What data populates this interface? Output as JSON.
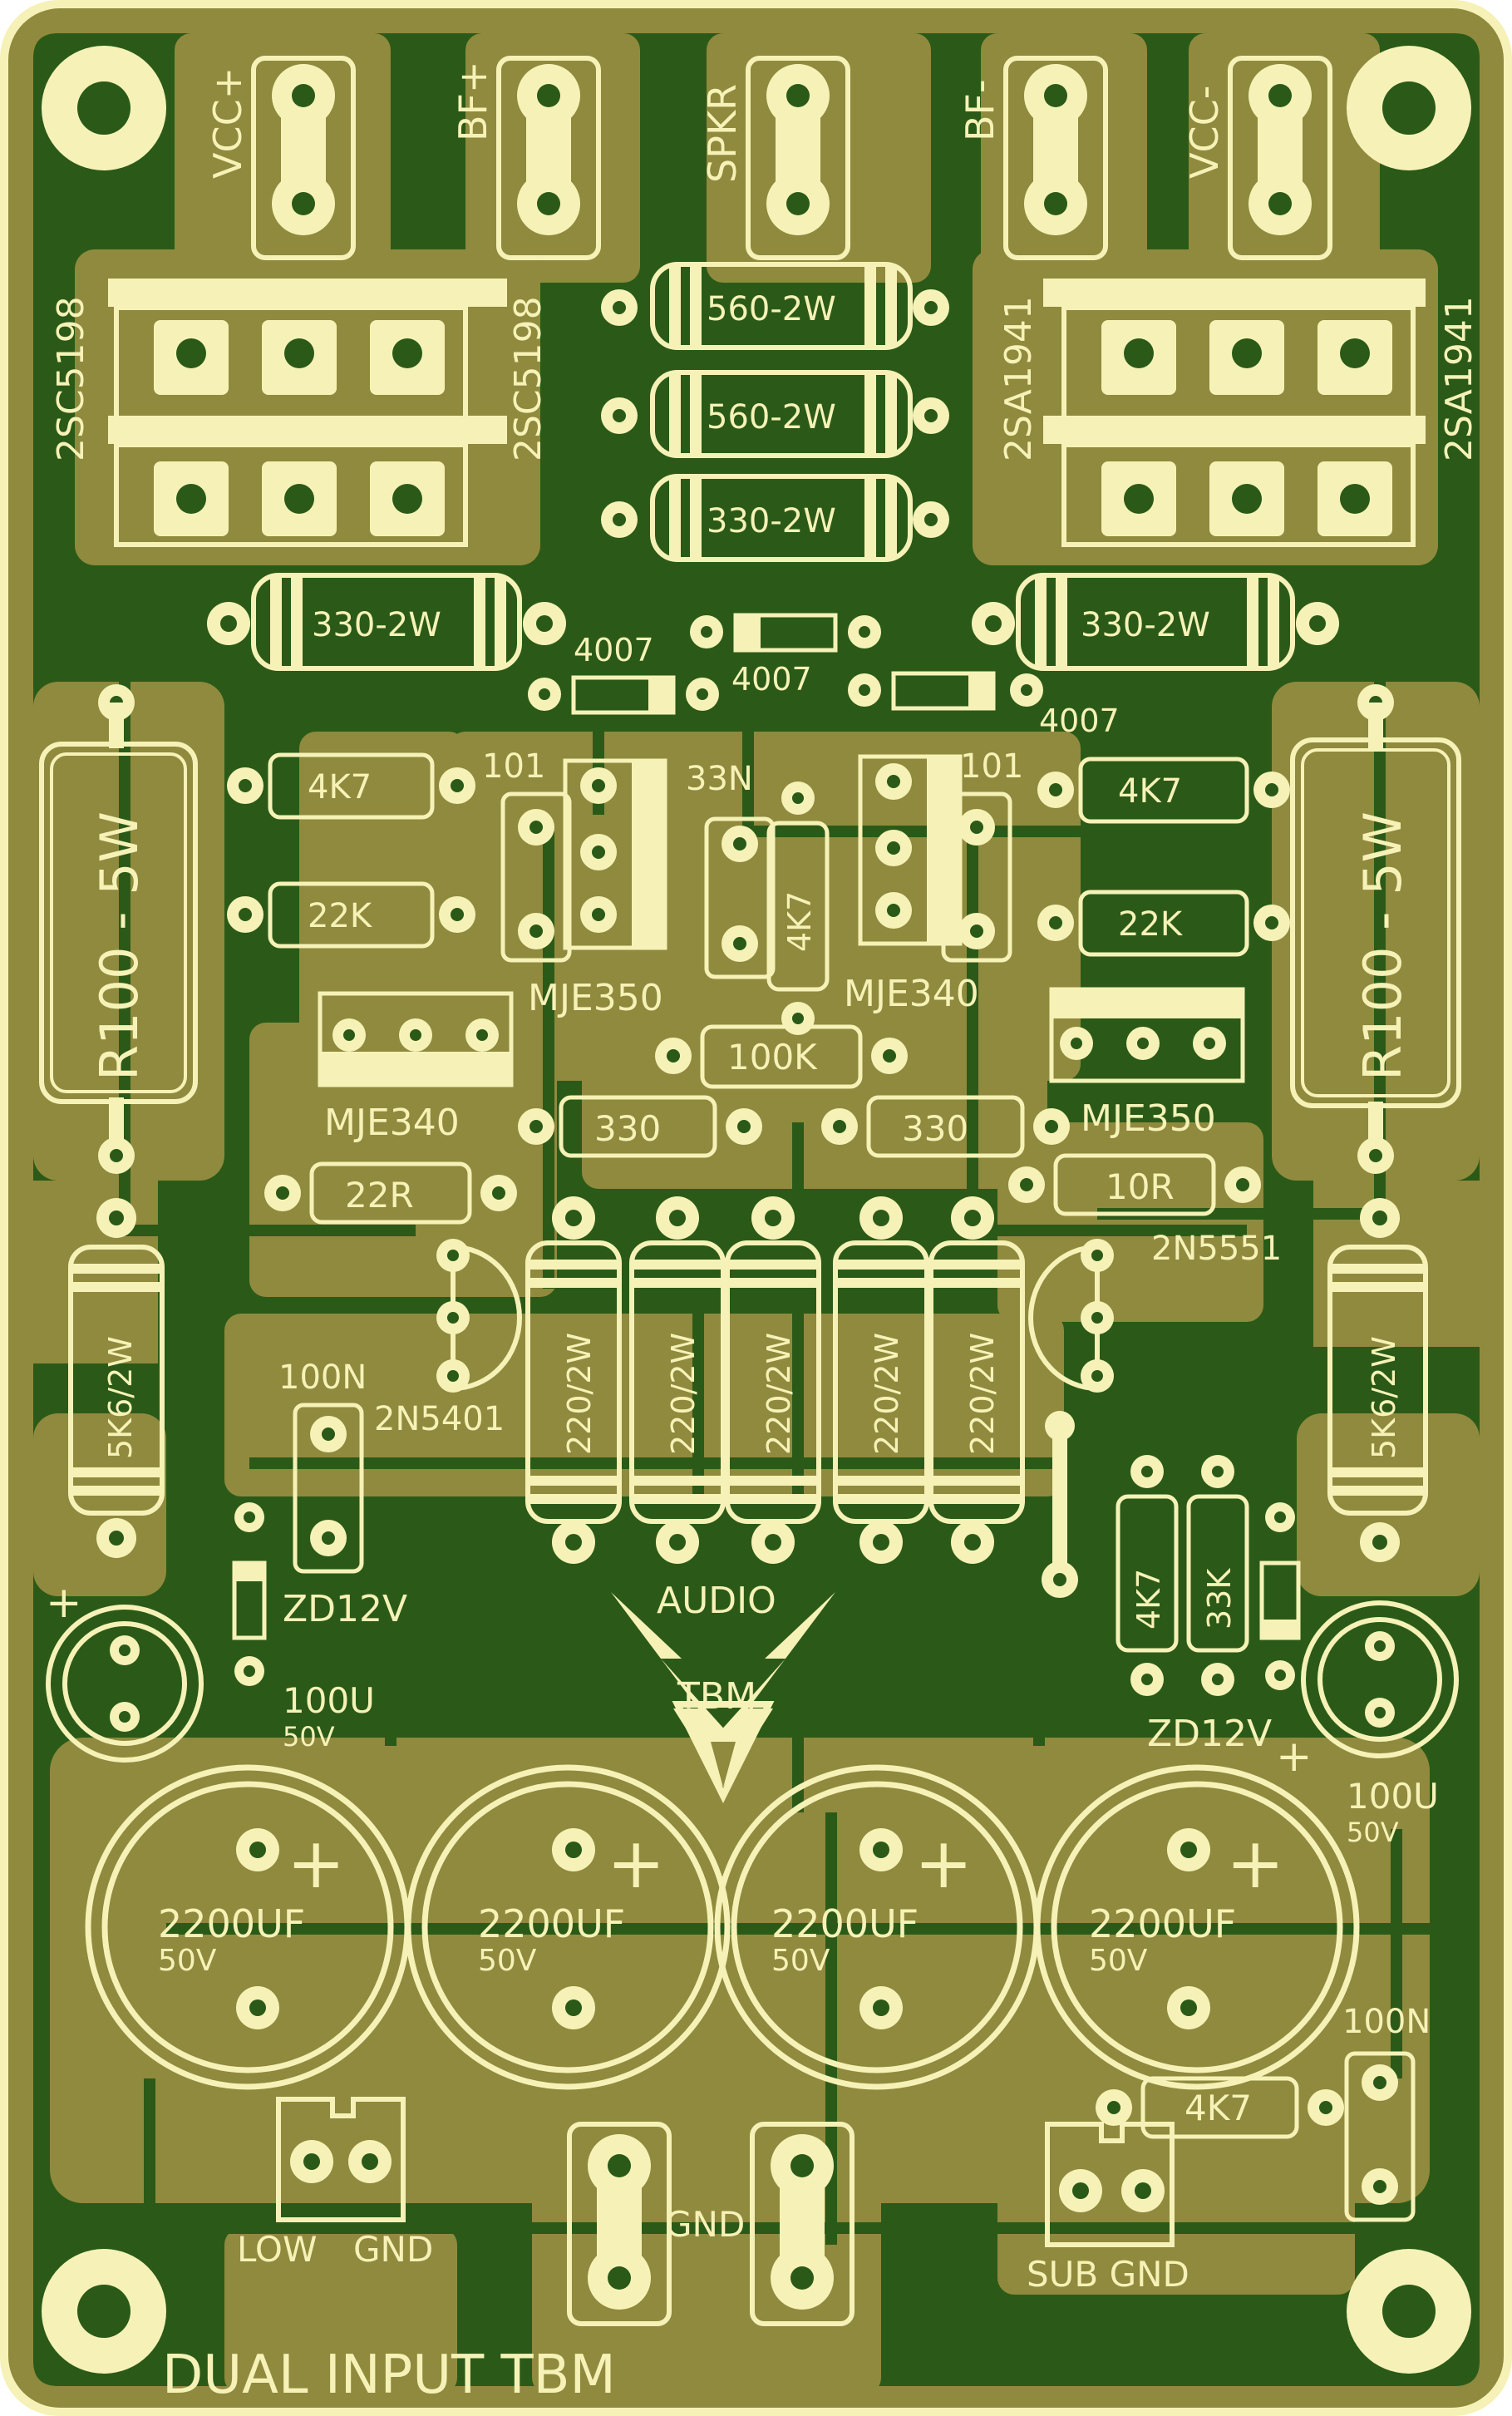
{
  "board": {
    "title": "DUAL INPUT TBM",
    "logo_text": [
      "AUDIO",
      "TBM"
    ],
    "colors": {
      "copper": "#8f8a3d",
      "substrate": "#2b5a18",
      "silkscreen": "#f6f2b7",
      "background": "#ffffff"
    }
  },
  "connectors": {
    "vcc_pos": "VCC+",
    "bf_pos": "BF+",
    "spkr": "SPKR",
    "bf_neg": "BF-",
    "vcc_neg": "VCC-",
    "gnd": "GND",
    "low_label": "LOW",
    "low_gnd": "GND",
    "sub_gnd": "SUB GND"
  },
  "transistors": {
    "q_out_left_1": "2SC5198",
    "q_out_left_2": "2SC5198",
    "q_out_right_1": "2SA1941",
    "q_out_right_2": "2SA1941",
    "q_drv_1": "MJE350",
    "q_drv_2": "MJE340",
    "q_drv_3": "MJE340",
    "q_drv_4": "MJE350",
    "q_small_left": "2N5401",
    "q_small_right": "2N5551"
  },
  "resistors": {
    "r_560_a": "560-2W",
    "r_560_b": "560-2W",
    "r_330_top": "330-2W",
    "r_330_left": "330-2W",
    "r_330_right": "330-2W",
    "r_4k7_left": "4K7",
    "r_22k_left": "22K",
    "r_4k7_right": "4K7",
    "r_22k_right": "22K",
    "r_4k7_vert": "4K7",
    "r_100k": "100K",
    "r_330_mid_left": "330",
    "r_330_mid_right": "330",
    "r_22r": "22R",
    "r_10r": "10R",
    "r_100_5w_left": "R100 - 5W",
    "r_100_5w_right": "R100 - 5W",
    "r_5k6_left": "5K6/2W",
    "r_5k6_right": "5K6/2W",
    "r_220": [
      "220/2W",
      "220/2W",
      "220/2W",
      "220/2W",
      "220/2W"
    ],
    "r_4k7_low": "4K7",
    "r_33k_low": "33K",
    "r_4k7_bottom": "4K7"
  },
  "diodes": {
    "d_4007_left": "4007",
    "d_4007_mid": "4007",
    "d_4007_right": "4007",
    "zd_left": "ZD12V",
    "zd_right": "ZD12V"
  },
  "capacitors": {
    "c_101_left": "101",
    "c_33n": "33N",
    "c_101_right": "101",
    "c_100n_left": "100N",
    "c_100n_right": "100N",
    "c_100u_left": [
      "100U",
      "50V"
    ],
    "c_100u_right": [
      "100U",
      "50V"
    ],
    "c_2200": [
      [
        "2200UF",
        "50V"
      ],
      [
        "2200UF",
        "50V"
      ],
      [
        "2200UF",
        "50V"
      ],
      [
        "2200UF",
        "50V"
      ]
    ],
    "plus": "+"
  }
}
